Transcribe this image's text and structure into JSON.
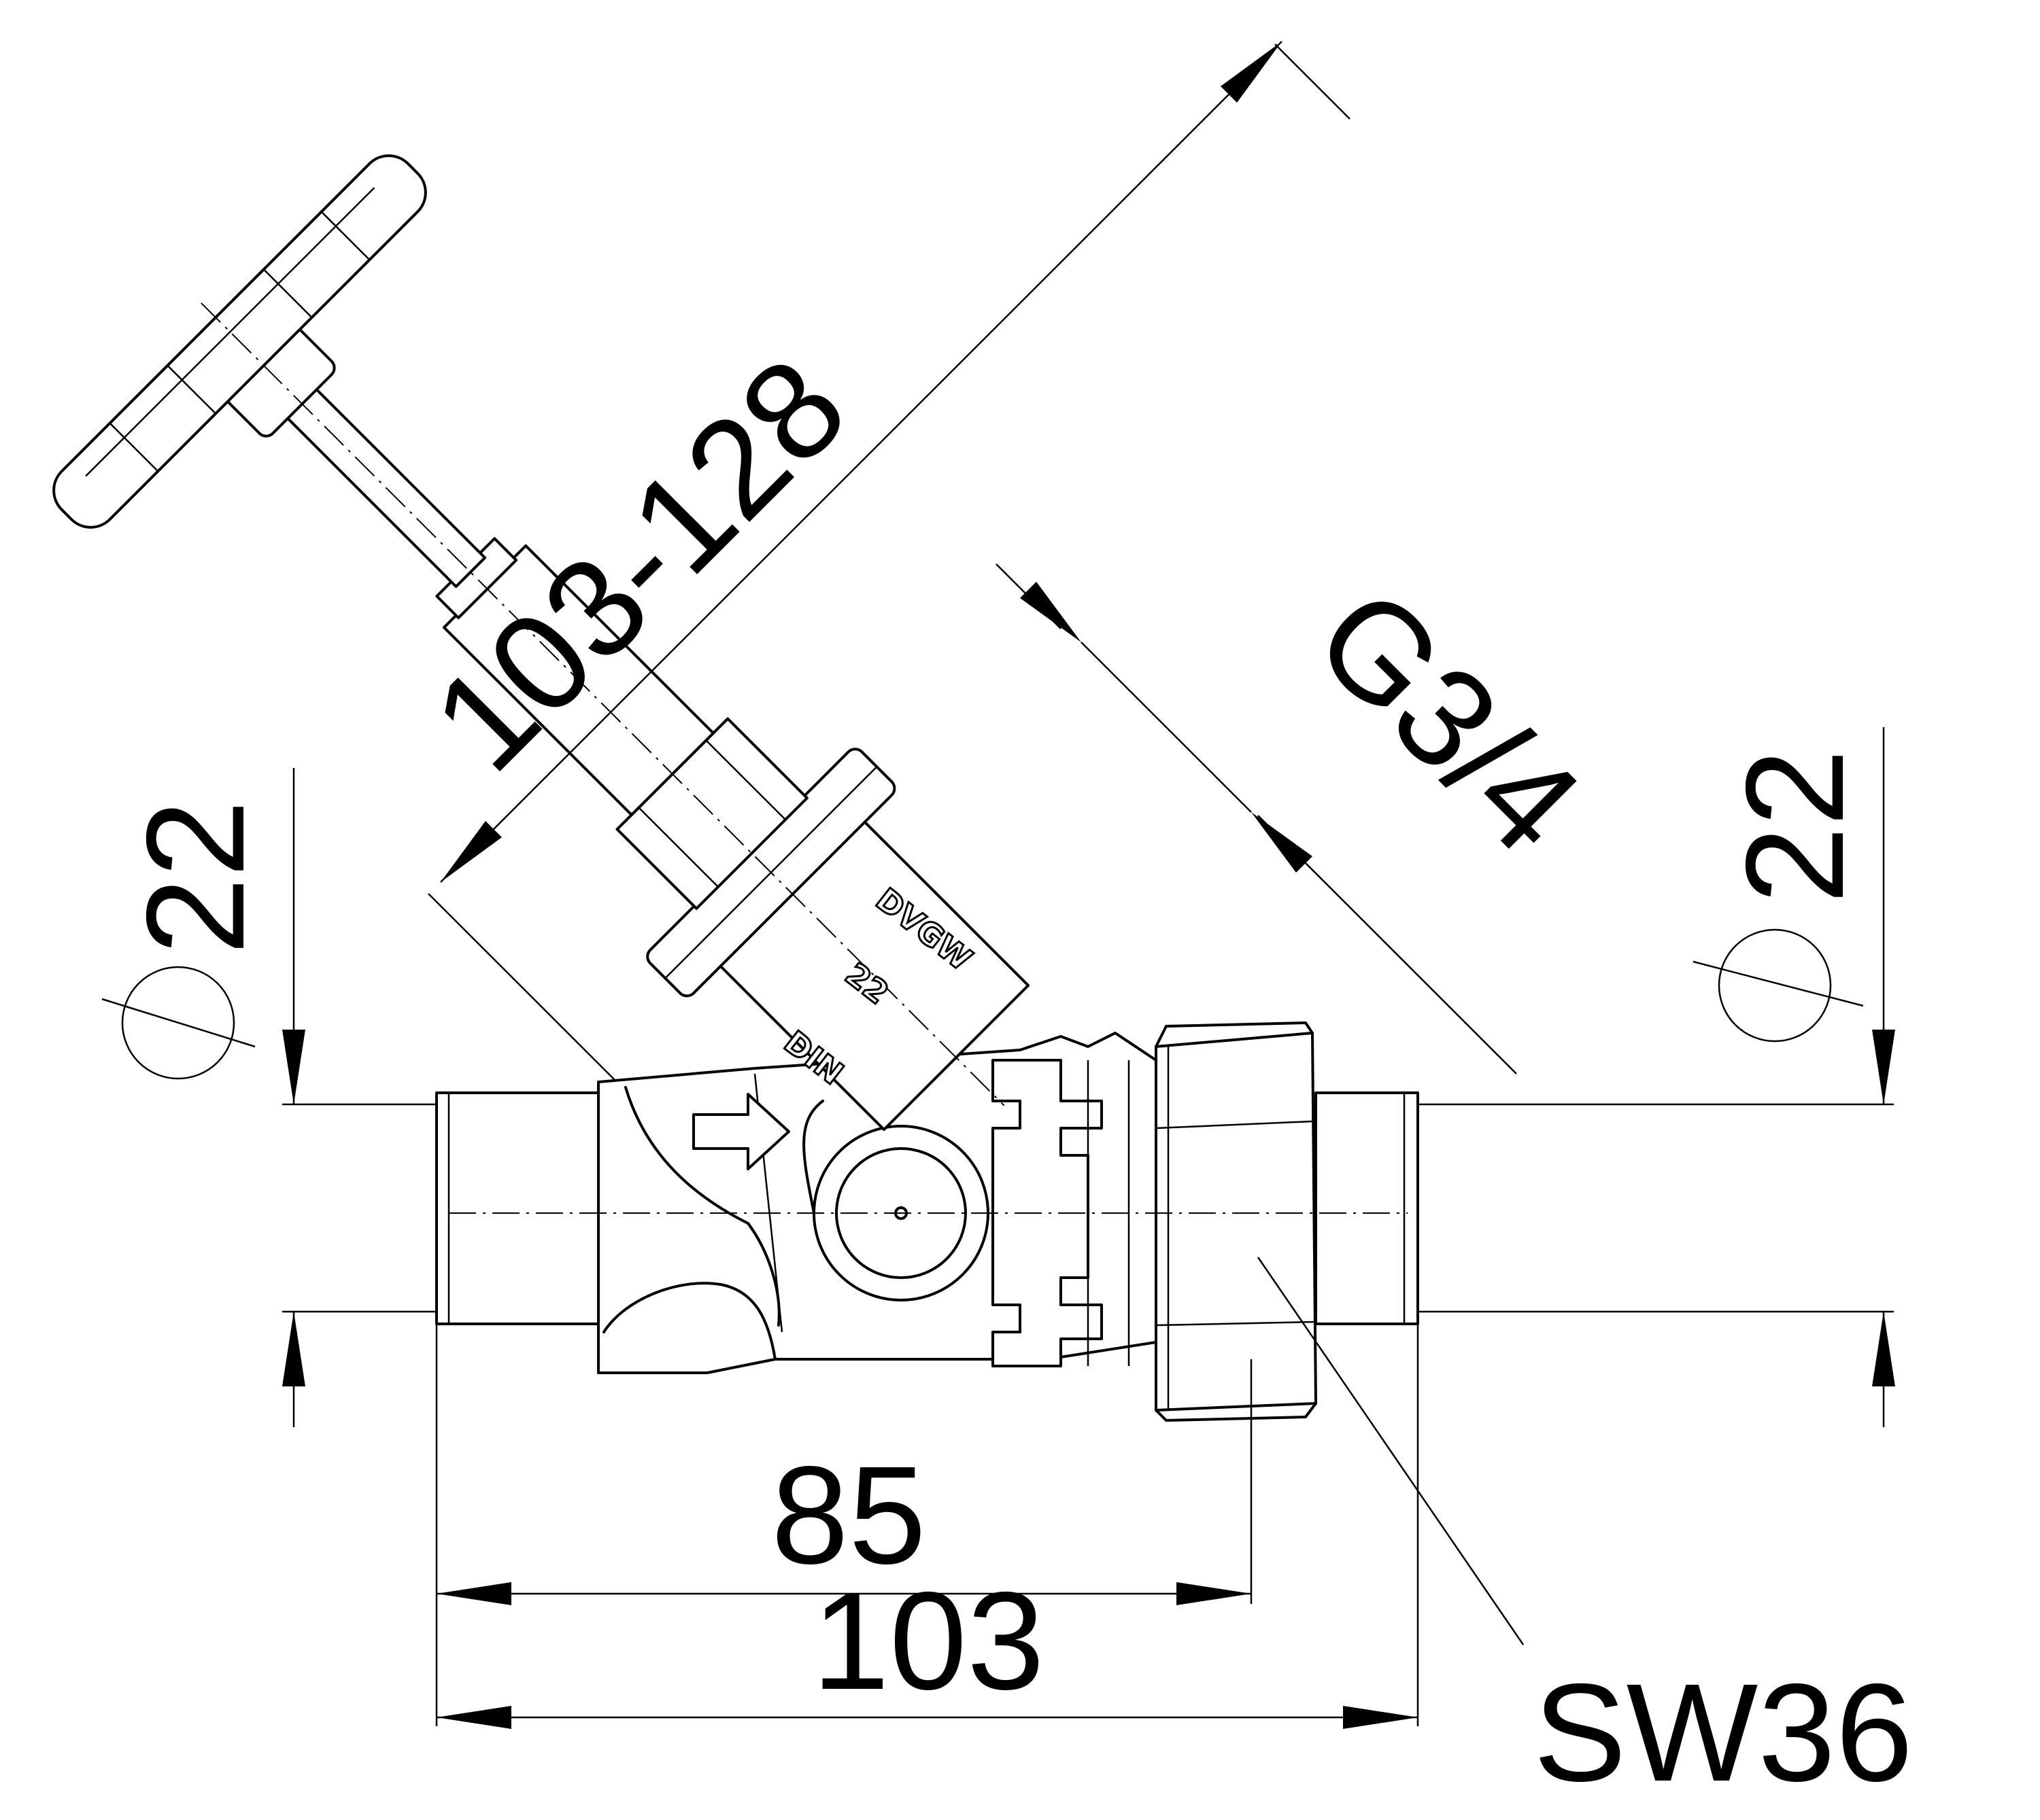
{
  "dimensions": {
    "diameter_left": "22",
    "diameter_right": "22",
    "length_85": "85",
    "length_103": "103",
    "stroke_range": "103-128",
    "thread": "G3/4",
    "wrench_size": "SW36"
  },
  "markings": {
    "dvgw": "DVGW",
    "size": "22",
    "din": "DIN"
  },
  "symbols": {
    "diameter": "diameter-symbol-icon",
    "flow_arrow": "flow-direction-arrow-icon"
  }
}
